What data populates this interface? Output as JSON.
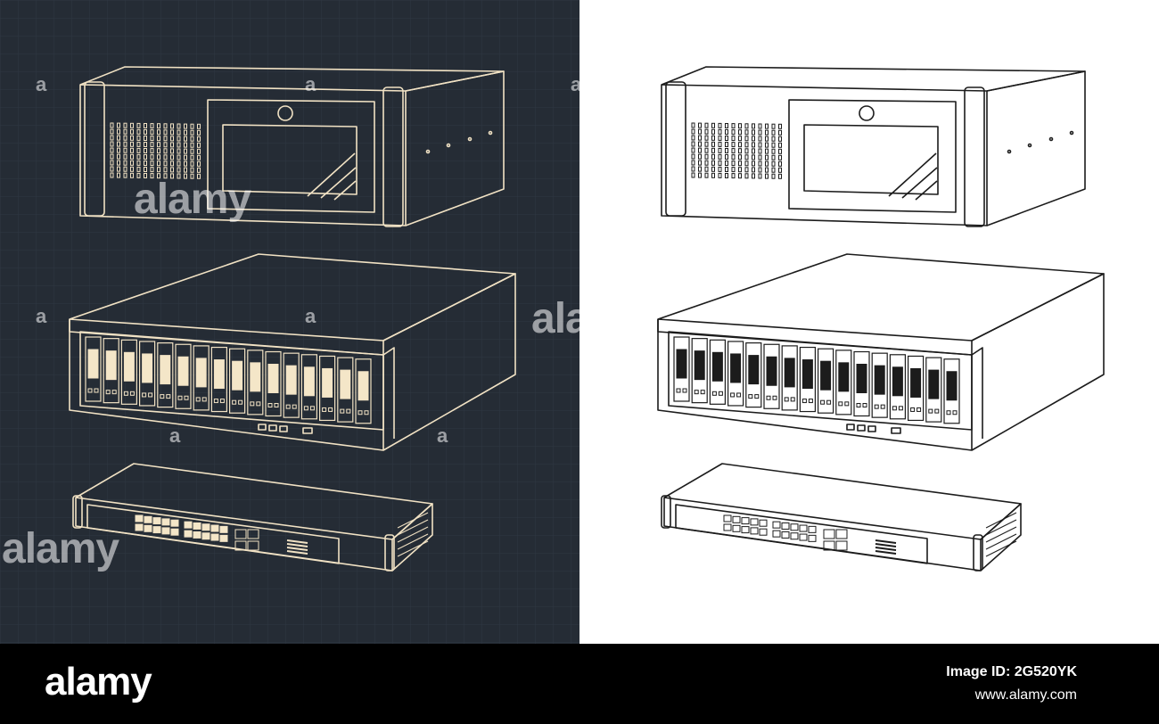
{
  "colors": {
    "dark_panel": "#252c35",
    "line_light": "#f1e2c4",
    "fill_light": "#f4e6c8",
    "light_panel": "#ffffff",
    "line_dark": "#1c1c1c"
  },
  "watermark": {
    "word": "alamy",
    "partial": "ala",
    "letter": "a"
  },
  "footer": {
    "brand": "alamy",
    "image_id": "Image ID: 2G520YK",
    "site": "www.alamy.com"
  }
}
